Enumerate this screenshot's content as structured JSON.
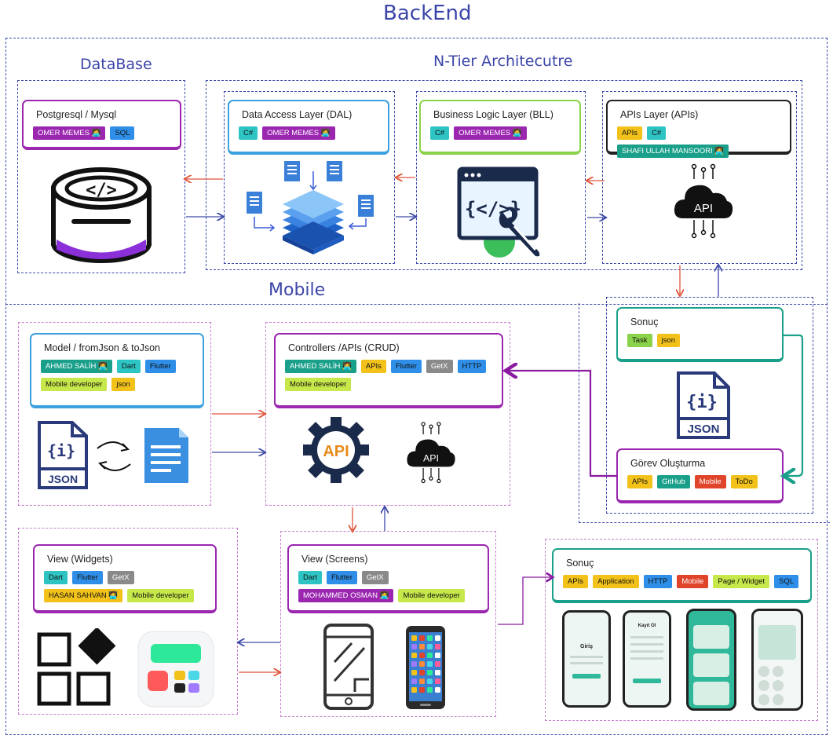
{
  "sections": {
    "backend": "BackEnd",
    "database": "DataBase",
    "ntier": "N-Tier Architecutre",
    "mobile": "Mobile"
  },
  "colors": {
    "dash_blue": "#3d4aa8",
    "dash_purple": "#c77ed0",
    "arrow_red": "#e0553a",
    "arrow_blue": "#3d4aa8",
    "arrow_purple": "#8a1aa0",
    "arrow_teal": "#1aa08a"
  },
  "cards": {
    "postgres": {
      "title": "Postgresql / Mysql",
      "tags": [
        {
          "label": "OMER MEMES 🧑‍💻",
          "color": "#9b26b0",
          "text": "#fff"
        },
        {
          "label": "SQL",
          "color": "#2f8fe8",
          "text": "#111"
        }
      ]
    },
    "dal": {
      "title": "Data Access Layer (DAL)",
      "tags": [
        {
          "label": "C#",
          "color": "#2ec4c4",
          "text": "#111"
        },
        {
          "label": "OMER MEMES 🧑‍💻",
          "color": "#9b26b0",
          "text": "#fff"
        }
      ]
    },
    "bll": {
      "title": "Business Logic Layer (BLL)",
      "tags": [
        {
          "label": "C#",
          "color": "#2ec4c4",
          "text": "#111"
        },
        {
          "label": "OMER MEMES 🧑‍💻",
          "color": "#9b26b0",
          "text": "#fff"
        }
      ]
    },
    "apis_layer": {
      "title": "APIs Layer (APIs)",
      "tags": [
        {
          "label": "APIs",
          "color": "#f2c21a",
          "text": "#111"
        },
        {
          "label": "C#",
          "color": "#2ec4c4",
          "text": "#111"
        },
        {
          "label": "SHAFI ULLAH MANSOORI 🧑‍💻",
          "color": "#1aa08a",
          "text": "#fff"
        }
      ]
    },
    "sonuc_backend": {
      "title": "Sonuç",
      "tags": [
        {
          "label": "Task",
          "color": "#8ad24a",
          "text": "#111"
        },
        {
          "label": "json",
          "color": "#f2c21a",
          "text": "#111"
        }
      ]
    },
    "gorev": {
      "title": "Görev Oluşturma",
      "tags": [
        {
          "label": "APIs",
          "color": "#f2c21a",
          "text": "#111"
        },
        {
          "label": "GitHub",
          "color": "#1aa08a",
          "text": "#fff"
        },
        {
          "label": "Mobile",
          "color": "#e0442a",
          "text": "#fff"
        },
        {
          "label": "ToDo",
          "color": "#f2c21a",
          "text": "#111"
        }
      ]
    },
    "model": {
      "title": "Model / fromJson & toJson",
      "tags": [
        {
          "label": "AHMED SALİH 🧑‍💻",
          "color": "#1aa08a",
          "text": "#fff"
        },
        {
          "label": "Dart",
          "color": "#2ec4c4",
          "text": "#111"
        },
        {
          "label": "Flutter",
          "color": "#2f8fe8",
          "text": "#111"
        },
        {
          "label": "Mobile developer",
          "color": "#c7e84a",
          "text": "#111"
        },
        {
          "label": "json",
          "color": "#f2c21a",
          "text": "#111"
        }
      ]
    },
    "controllers": {
      "title": "Controllers /APIs (CRUD)",
      "tags": [
        {
          "label": "AHMED SALİH 🧑‍💻",
          "color": "#1aa08a",
          "text": "#fff"
        },
        {
          "label": "APIs",
          "color": "#f2c21a",
          "text": "#111"
        },
        {
          "label": "Flutter",
          "color": "#2f8fe8",
          "text": "#111"
        },
        {
          "label": "GetX",
          "color": "#8a8a8a",
          "text": "#fff"
        },
        {
          "label": "HTTP",
          "color": "#2f8fe8",
          "text": "#111"
        },
        {
          "label": "Mobile developer",
          "color": "#c7e84a",
          "text": "#111"
        }
      ]
    },
    "widgets": {
      "title": "View (Widgets)",
      "tags": [
        {
          "label": "Dart",
          "color": "#2ec4c4",
          "text": "#111"
        },
        {
          "label": "Flutter",
          "color": "#2f8fe8",
          "text": "#111"
        },
        {
          "label": "GetX",
          "color": "#8a8a8a",
          "text": "#fff"
        },
        {
          "label": "HASAN SAHVAN 🧑‍💻",
          "color": "#f2c21a",
          "text": "#111"
        },
        {
          "label": "Mobile developer",
          "color": "#c7e84a",
          "text": "#111"
        }
      ]
    },
    "screens": {
      "title": "View (Screens)",
      "tags": [
        {
          "label": "Dart",
          "color": "#2ec4c4",
          "text": "#111"
        },
        {
          "label": "Flutter",
          "color": "#2f8fe8",
          "text": "#111"
        },
        {
          "label": "GetX",
          "color": "#8a8a8a",
          "text": "#fff"
        },
        {
          "label": "MOHAMMED OSMAN 🧑‍💻",
          "color": "#9b26b0",
          "text": "#fff"
        },
        {
          "label": "Mobile developer",
          "color": "#c7e84a",
          "text": "#111"
        }
      ]
    },
    "sonuc_mobile": {
      "title": "Sonuç",
      "tags": [
        {
          "label": "APIs",
          "color": "#f2c21a",
          "text": "#111"
        },
        {
          "label": "Application",
          "color": "#f2c21a",
          "text": "#111"
        },
        {
          "label": "HTTP",
          "color": "#2f8fe8",
          "text": "#111"
        },
        {
          "label": "Mobile",
          "color": "#e0442a",
          "text": "#fff"
        },
        {
          "label": "Page / Widget",
          "color": "#c7e84a",
          "text": "#111"
        },
        {
          "label": "SQL",
          "color": "#2f8fe8",
          "text": "#111"
        }
      ]
    }
  },
  "icons": {
    "api_text": "API",
    "json_text": "JSON",
    "json_brace": "{i}",
    "code_brackets": "</>",
    "code_brackets_spaced": "{</>}"
  },
  "phones": {
    "login": "Giriş",
    "register": "Kayıt Ol"
  }
}
